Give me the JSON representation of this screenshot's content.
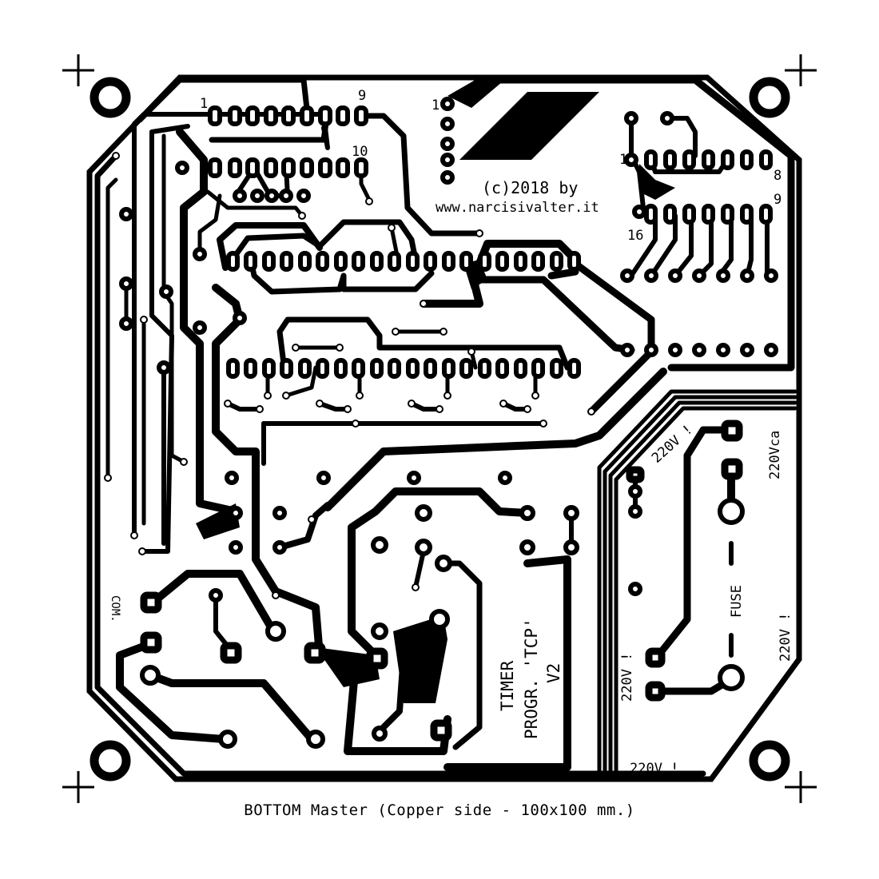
{
  "labels": {
    "pin_1_top": "1",
    "pin_9_top": "9",
    "pin_10_top": "10",
    "pin_1_conn": "1",
    "pin_1_ic": "1",
    "pin_8_ic": "8",
    "pin_9_ic": "9",
    "pin_16_ic": "16",
    "copyright": "(c)2018 by",
    "website": "www.narcisivalter.it",
    "com": "COM.",
    "timer_1": "TIMER",
    "timer_2": "PROGR. 'TCP'",
    "timer_3": "V2",
    "v220_a": "220V !",
    "v220_b": "220Vca",
    "v220_c": "220V !",
    "v220_d": "220V !",
    "v220_e": "220V !",
    "fuse": "FUSE"
  },
  "caption": "BOTTOM Master (Copper side - 100x100 mm.)",
  "colors": {
    "copper": "#000000",
    "background": "#ffffff"
  },
  "icons": [
    "crosshair-mark",
    "mounting-hole"
  ]
}
